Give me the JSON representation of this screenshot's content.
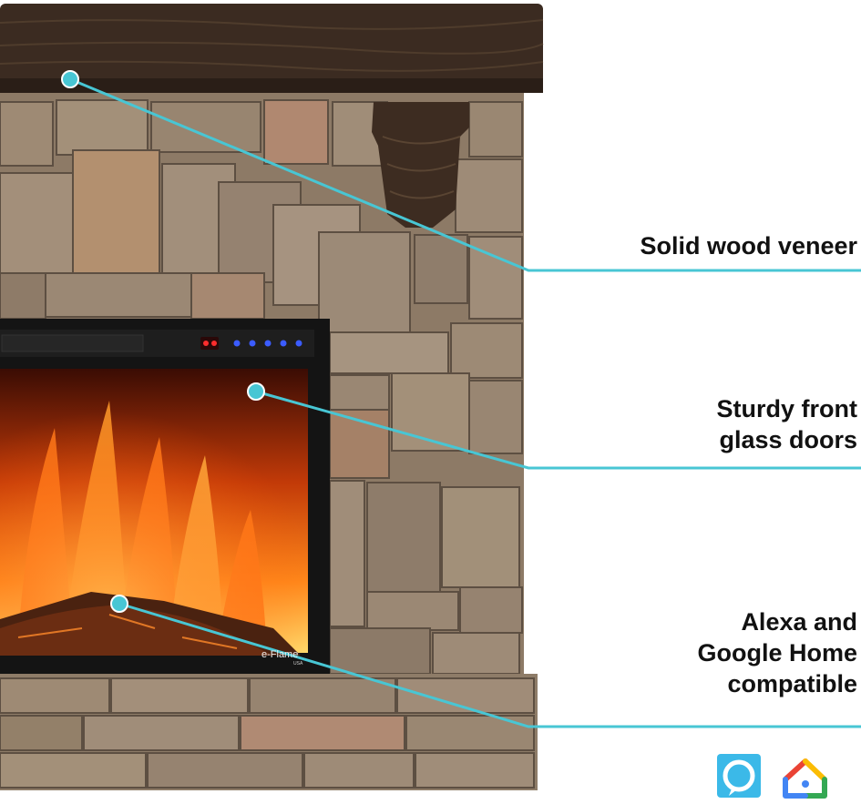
{
  "callouts": [
    {
      "id": "wood",
      "lines": [
        "Solid wood veneer"
      ]
    },
    {
      "id": "glass",
      "lines": [
        "Sturdy front",
        "glass doors"
      ]
    },
    {
      "id": "smart",
      "lines": [
        "Alexa and",
        "Google Home",
        "compatible"
      ]
    }
  ],
  "brand": {
    "name": "e-Flame",
    "sub": "USA"
  },
  "icons": [
    "alexa-icon",
    "google-home-icon"
  ],
  "colors": {
    "accent": "#48c6d4",
    "alexa": "#3bb9e8",
    "stone": "#8e7c68",
    "wood": "#3b2c22",
    "flame": "#f06a10"
  }
}
